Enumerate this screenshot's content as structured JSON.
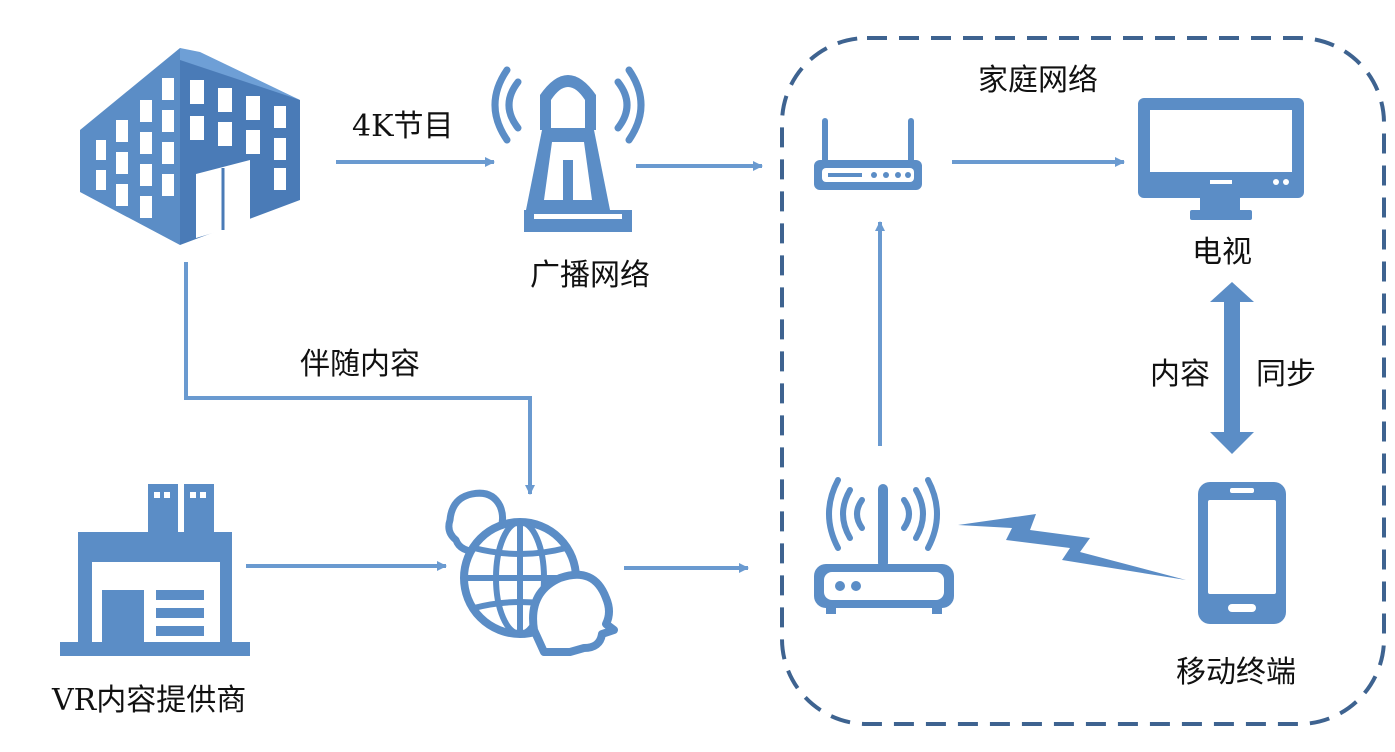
{
  "colors": {
    "icon": "#5b8dc6",
    "icon_dark": "#4a7bb7",
    "arrow": "#6a9ad0",
    "dashed_border": "#3e6390",
    "text": "#111111"
  },
  "labels": {
    "program_4k": "4K节目",
    "broadcast_network": "广播网络",
    "home_network": "家庭网络",
    "tv": "电视",
    "accompanying_content": "伴随内容",
    "content": "内容",
    "sync": "同步",
    "vr_provider": "VR内容提供商",
    "mobile_terminal": "移动终端"
  },
  "icons": {
    "building": "office-building-icon",
    "tower": "broadcast-tower-icon",
    "router_top": "router-icon",
    "tv": "monitor-icon",
    "factory": "factory-icon",
    "globe": "globe-users-icon",
    "wifi_router": "wifi-router-icon",
    "phone": "smartphone-icon",
    "lightning": "lightning-bolt-icon"
  }
}
